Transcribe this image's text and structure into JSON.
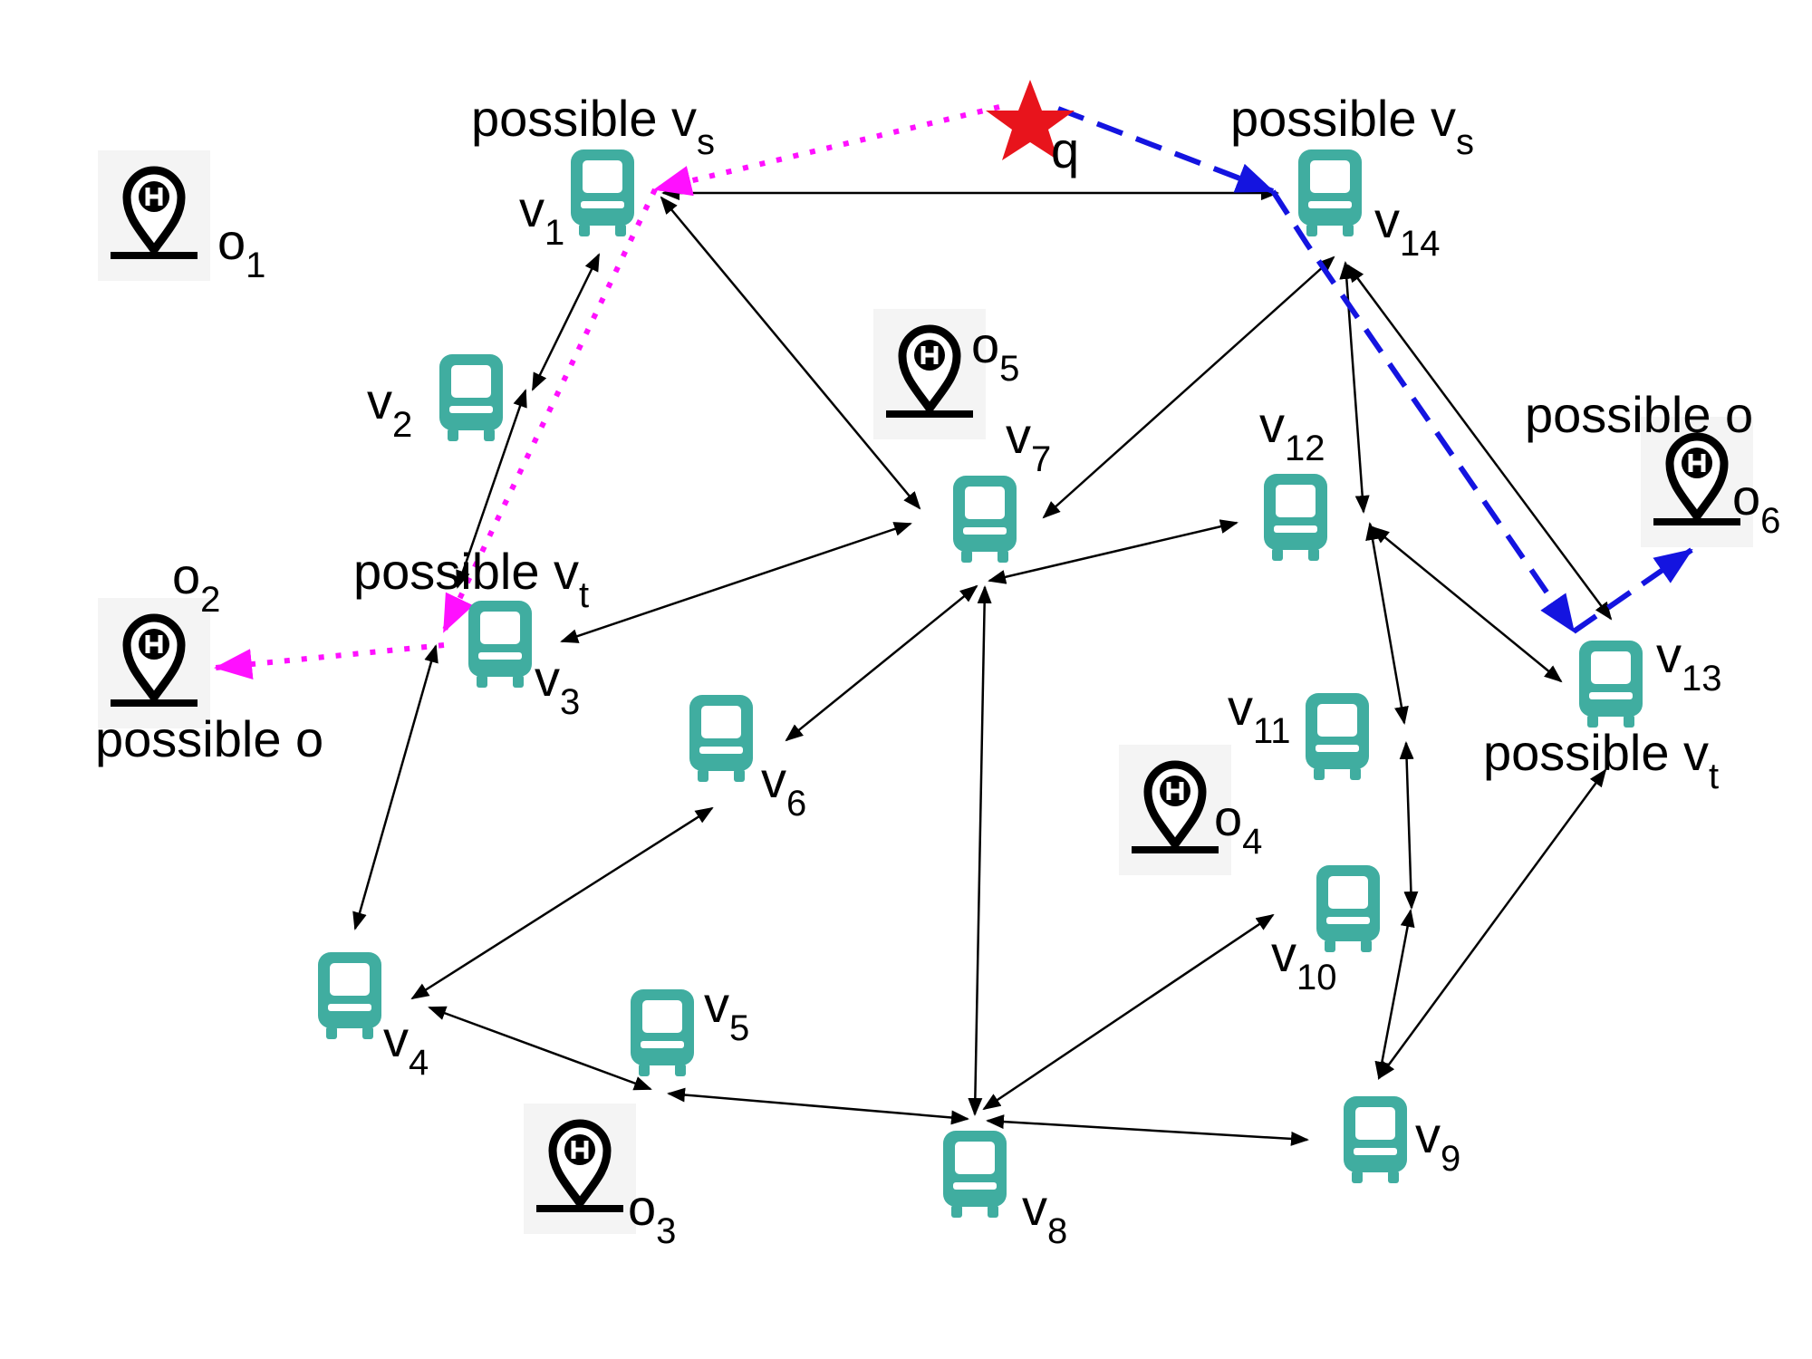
{
  "colors": {
    "bus": "#40ada0",
    "edge": "#000000",
    "star": "#e8141c",
    "blue_route": "#1414e0",
    "magenta_route": "#ff10ff",
    "pin": "#000000"
  },
  "query": {
    "label": "q",
    "icon": "star-icon"
  },
  "stations": [
    {
      "id": "v1",
      "base": "v",
      "sub": "1",
      "icon": "bus-icon"
    },
    {
      "id": "v2",
      "base": "v",
      "sub": "2",
      "icon": "bus-icon"
    },
    {
      "id": "v3",
      "base": "v",
      "sub": "3",
      "icon": "bus-icon"
    },
    {
      "id": "v4",
      "base": "v",
      "sub": "4",
      "icon": "bus-icon"
    },
    {
      "id": "v5",
      "base": "v",
      "sub": "5",
      "icon": "bus-icon"
    },
    {
      "id": "v6",
      "base": "v",
      "sub": "6",
      "icon": "bus-icon"
    },
    {
      "id": "v7",
      "base": "v",
      "sub": "7",
      "icon": "bus-icon"
    },
    {
      "id": "v8",
      "base": "v",
      "sub": "8",
      "icon": "bus-icon"
    },
    {
      "id": "v9",
      "base": "v",
      "sub": "9",
      "icon": "bus-icon"
    },
    {
      "id": "v10",
      "base": "v",
      "sub": "10",
      "icon": "bus-icon"
    },
    {
      "id": "v11",
      "base": "v",
      "sub": "11",
      "icon": "bus-icon"
    },
    {
      "id": "v12",
      "base": "v",
      "sub": "12",
      "icon": "bus-icon"
    },
    {
      "id": "v13",
      "base": "v",
      "sub": "13",
      "icon": "bus-icon"
    },
    {
      "id": "v14",
      "base": "v",
      "sub": "14",
      "icon": "bus-icon"
    }
  ],
  "objects": [
    {
      "id": "o1",
      "base": "o",
      "sub": "1",
      "icon": "hospital-pin-icon"
    },
    {
      "id": "o2",
      "base": "o",
      "sub": "2",
      "icon": "hospital-pin-icon"
    },
    {
      "id": "o3",
      "base": "o",
      "sub": "3",
      "icon": "hospital-pin-icon"
    },
    {
      "id": "o4",
      "base": "o",
      "sub": "4",
      "icon": "hospital-pin-icon"
    },
    {
      "id": "o5",
      "base": "o",
      "sub": "5",
      "icon": "hospital-pin-icon"
    },
    {
      "id": "o6",
      "base": "o",
      "sub": "6",
      "icon": "hospital-pin-icon"
    }
  ],
  "annotations": {
    "possible_vs_left": {
      "text": "possible v",
      "sub": "s"
    },
    "possible_vs_right": {
      "text": "possible v",
      "sub": "s"
    },
    "possible_vt_left": {
      "text": "possible v",
      "sub": "t"
    },
    "possible_vt_right": {
      "text": "possible v",
      "sub": "t"
    },
    "possible_o_left": {
      "text": "possible o"
    },
    "possible_o_right": {
      "text": "possible o"
    }
  },
  "edges": [
    [
      "v1",
      "v14"
    ],
    [
      "v1",
      "v7"
    ],
    [
      "v1",
      "v2"
    ],
    [
      "v2",
      "v3"
    ],
    [
      "v3",
      "v4"
    ],
    [
      "v3",
      "v7"
    ],
    [
      "v7",
      "v12"
    ],
    [
      "v7",
      "v14"
    ],
    [
      "v7",
      "v6"
    ],
    [
      "v7",
      "v8"
    ],
    [
      "v6",
      "v4"
    ],
    [
      "v4",
      "v5"
    ],
    [
      "v5",
      "v8"
    ],
    [
      "v8",
      "v9"
    ],
    [
      "v8",
      "v10"
    ],
    [
      "v9",
      "v13"
    ],
    [
      "v9",
      "v10"
    ],
    [
      "v10",
      "v11"
    ],
    [
      "v11",
      "v12"
    ],
    [
      "v12",
      "v14"
    ],
    [
      "v12",
      "v13"
    ],
    [
      "v14",
      "v13"
    ]
  ],
  "routes": [
    {
      "name": "blue",
      "style": "dashed",
      "path": [
        "q",
        "v14",
        "v13",
        "o6"
      ]
    },
    {
      "name": "magenta",
      "style": "dotted",
      "path": [
        "q",
        "v1",
        "v3",
        "o2"
      ]
    }
  ]
}
